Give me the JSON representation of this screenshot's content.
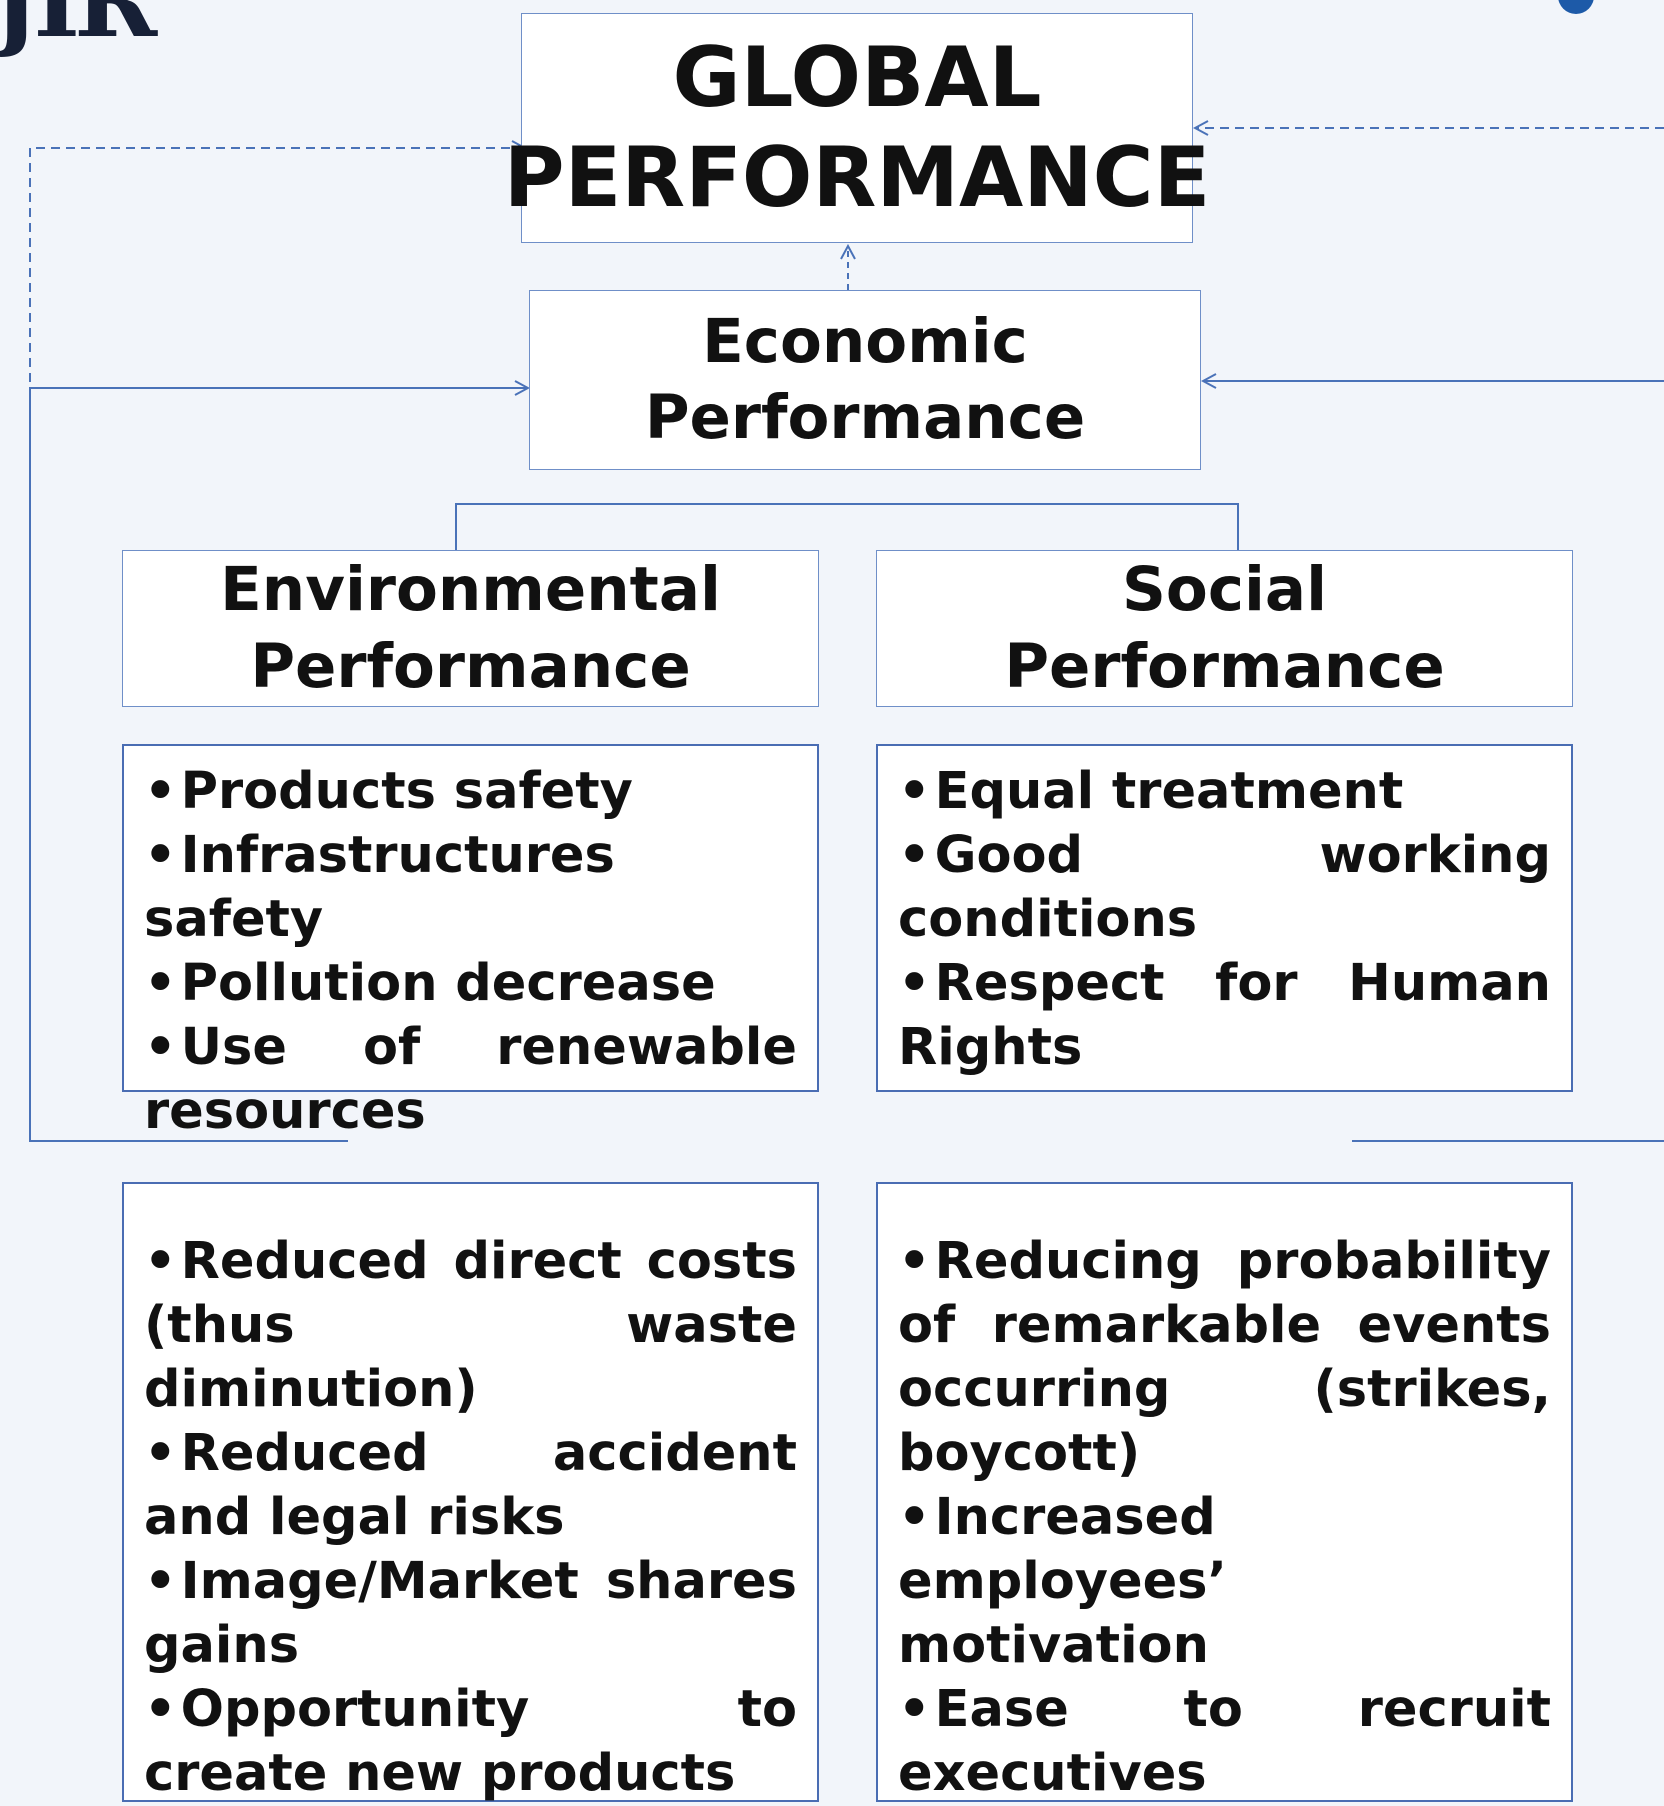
{
  "colors": {
    "background": "#f2f5fa",
    "box_border": "#6f8fc8",
    "list_border": "#4a6db3",
    "connector": "#4a72b8",
    "logo_text": "#172036",
    "logo_dot": "#1d5aa8"
  },
  "logo": {
    "fragment": "JIR"
  },
  "global": {
    "line1": "GLOBAL",
    "line2": "PERFORMANCE"
  },
  "economic": {
    "line1": "Economic",
    "line2": "Performance"
  },
  "environmental": {
    "line1": "Environmental",
    "line2": "Performance",
    "items": [
      "Products safety",
      "Infrastructures safety",
      "Pollution decrease",
      "Use of renewable resources"
    ],
    "benefits": [
      "Reduced direct costs (thus waste diminution)",
      "Reduced accident and legal risks",
      "Image/Market shares gains",
      "Opportunity to create new products"
    ]
  },
  "social": {
    "line1": "Social",
    "line2": "Performance",
    "items": [
      "Equal treatment",
      "Good working conditions",
      "Respect for Human Rights"
    ],
    "benefits": [
      "Reducing probability of remarkable events occurring (strikes, boycott)",
      "Increased employees’ motivation",
      "Ease to recruit executives"
    ]
  }
}
